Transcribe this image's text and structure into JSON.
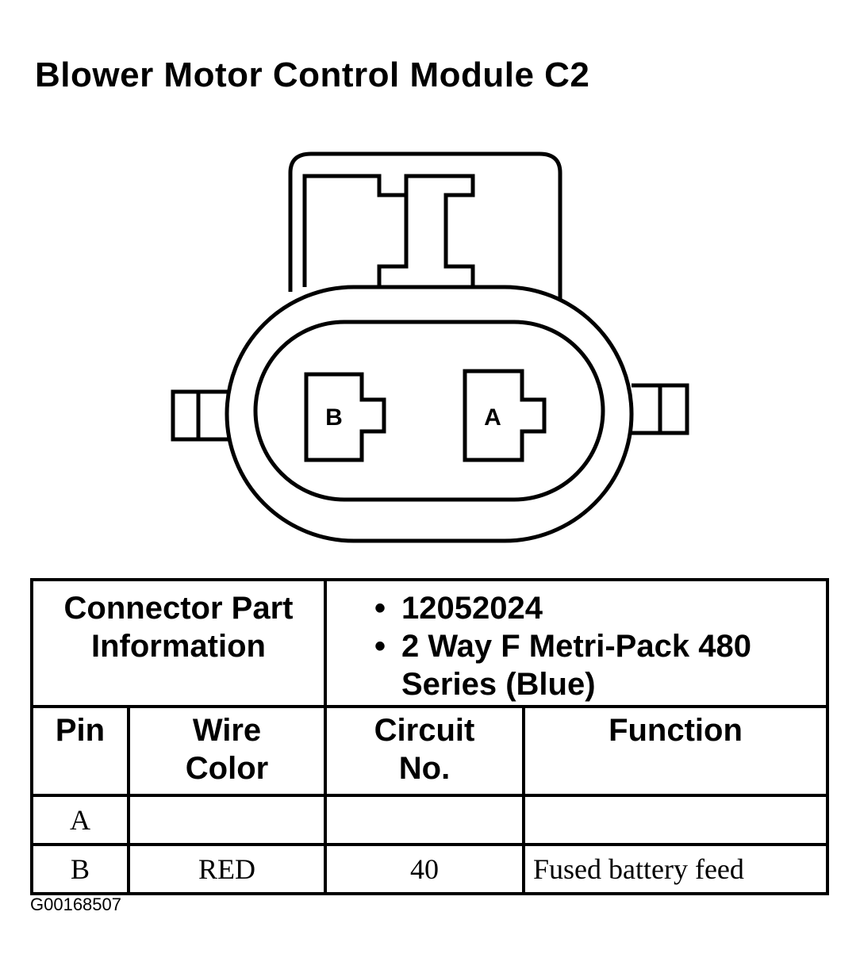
{
  "title": "Blower Motor Control Module C2",
  "connector": {
    "cavity_labels": [
      "B",
      "A"
    ]
  },
  "part_info": {
    "label_line1": "Connector Part",
    "label_line2": "Information",
    "bullet": "•",
    "part_number": "12052024",
    "description_line1": "2 Way F Metri-Pack 480",
    "description_line2": "Series (Blue)"
  },
  "table": {
    "headers": {
      "pin": "Pin",
      "wire_color_line1": "Wire",
      "wire_color_line2": "Color",
      "circuit_line1": "Circuit",
      "circuit_line2": "No.",
      "function": "Function"
    },
    "rows": [
      {
        "pin": "A",
        "wire_color": "",
        "circuit": "",
        "function": ""
      },
      {
        "pin": "B",
        "wire_color": "RED",
        "circuit": "40",
        "function": "Fused battery feed"
      }
    ]
  },
  "figure_code": "G00168507"
}
